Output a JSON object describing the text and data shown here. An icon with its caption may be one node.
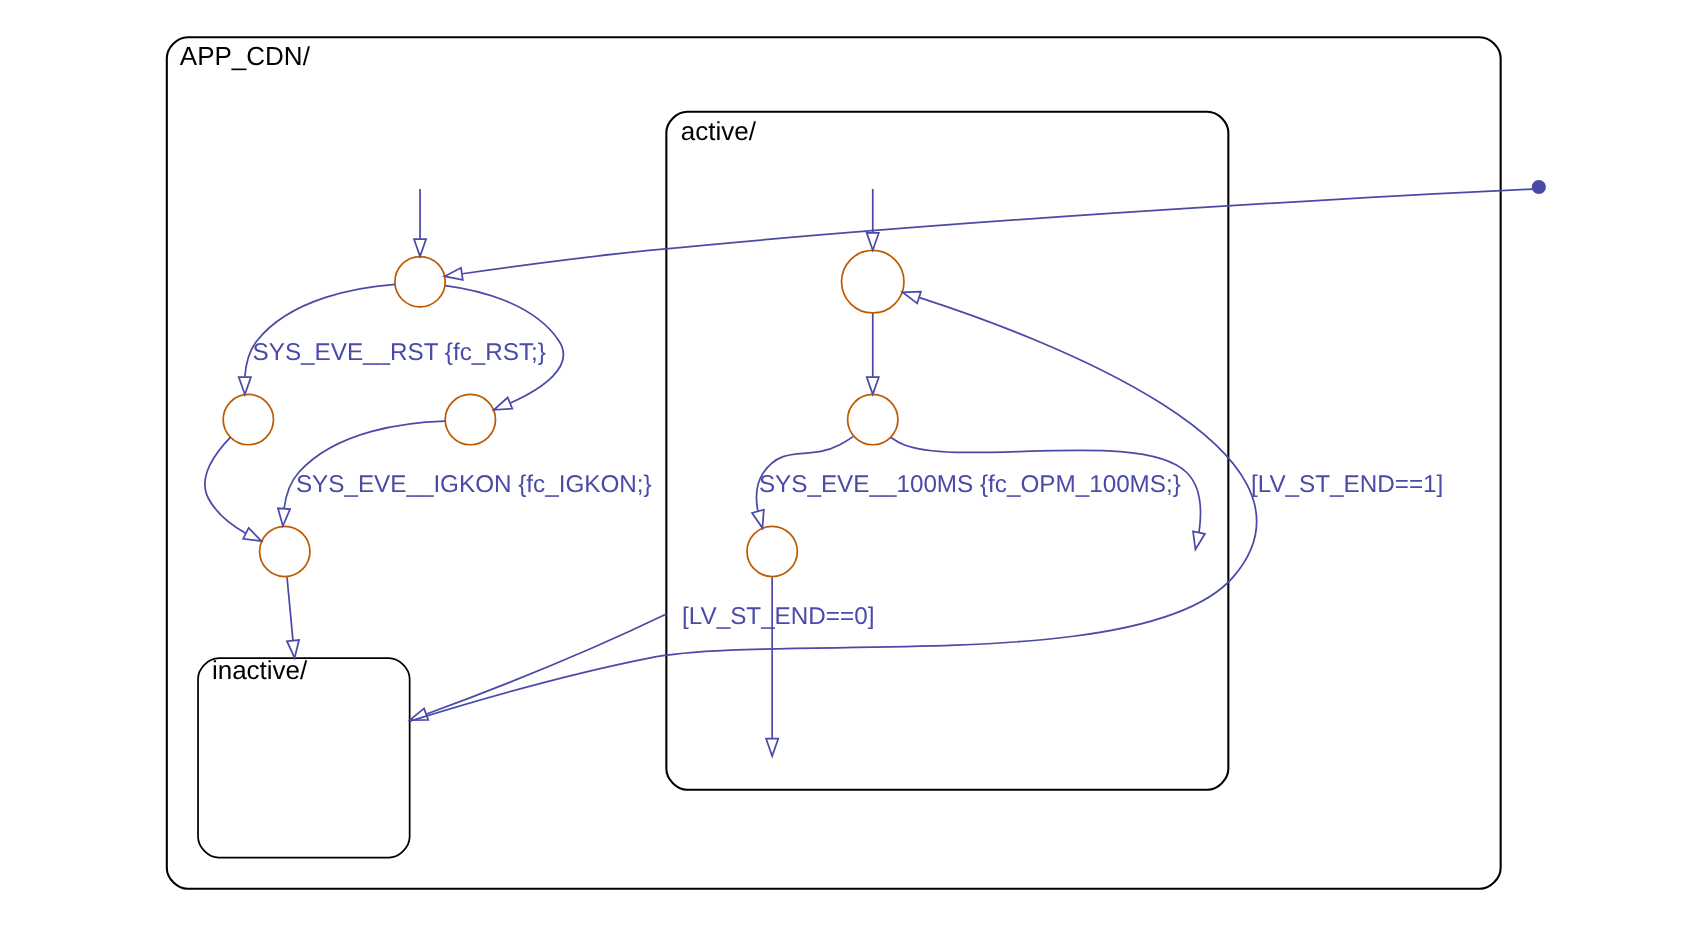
{
  "diagram": {
    "nodes": [
      {
        "text": [
          "APP_CDN/"
        ]
      },
      {
        "text": [],
        "shape": "circle"
      },
      {
        "text": [],
        "shape": "circle",
        "in": 0
      },
      {
        "text": [],
        "shape": "circle",
        "in": 0
      },
      {
        "text": [],
        "shape": "circle",
        "in": 0
      },
      {
        "text": [],
        "shape": "circle",
        "in": 0
      },
      {
        "text": [
          "active/"
        ],
        "in": 0
      },
      {
        "text": [],
        "shape": "circle",
        "in": 6
      },
      {
        "text": [],
        "shape": "circle",
        "in": 6
      },
      {
        "text": [],
        "shape": "circle",
        "in": 6
      },
      {
        "text": [
          "inactive/"
        ],
        "in": 0
      }
    ],
    "edges": [
      {
        "from": 1,
        "to": 2,
        "arrow": "to"
      },
      {
        "from": null,
        "to": 2,
        "arrow": "to"
      },
      {
        "from": 2,
        "to": 3,
        "label": "SYS_EVE__RST {fc_RST;}",
        "arrow": "to"
      },
      {
        "from": 2,
        "to": 4,
        "arrow": "to"
      },
      {
        "from": 4,
        "to": 5,
        "label": "SYS_EVE__IGKON {fc_IGKON;}",
        "arrow": "to"
      },
      {
        "from": 3,
        "to": 5,
        "arrow": "to"
      },
      {
        "from": 5,
        "to": 10,
        "arrow": "to"
      },
      {
        "from": 10,
        "to": 7,
        "label": "[LV_ST_END==1]",
        "arrow": "to"
      },
      {
        "from": null,
        "to": 7,
        "arrow": "to"
      },
      {
        "from": 7,
        "to": 8,
        "arrow": "to"
      },
      {
        "from": 8,
        "to": 9,
        "label": "SYS_EVE__100MS {fc_OPM_100MS;}",
        "arrow": "to"
      },
      {
        "from": 8,
        "to": null,
        "arrow": "to"
      },
      {
        "from": 9,
        "to": null,
        "arrow": "to"
      },
      {
        "from": 6,
        "to": 10,
        "label": "[LV_ST_END==0]",
        "arrow": "to"
      }
    ]
  }
}
